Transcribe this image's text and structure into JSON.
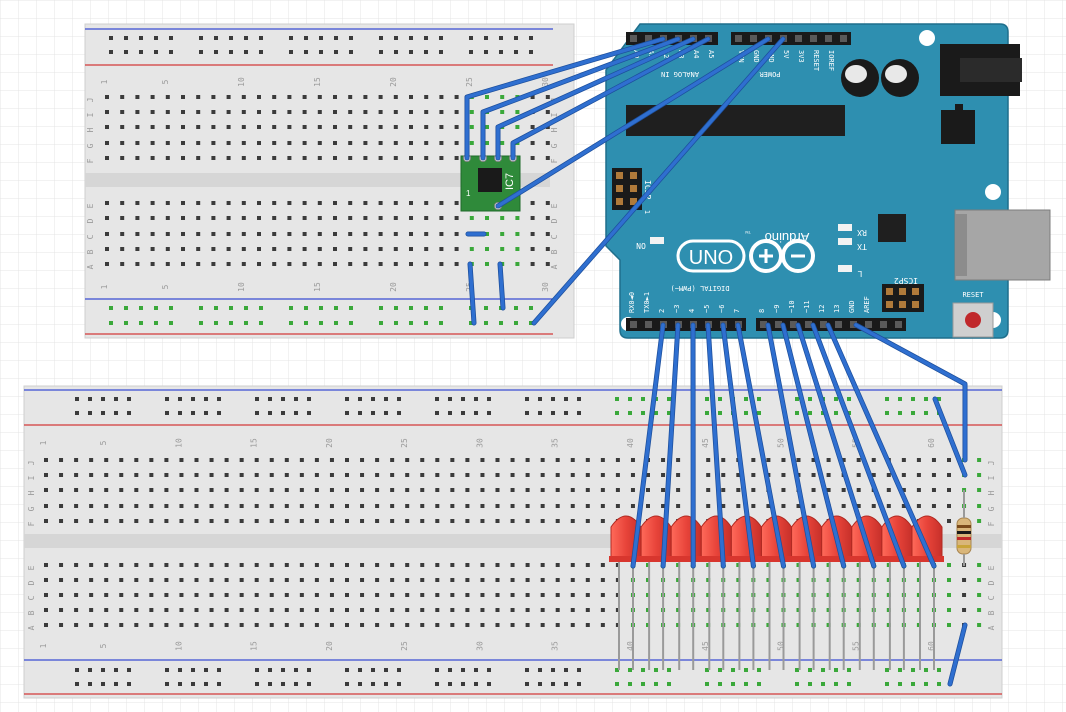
{
  "arduino": {
    "brand": "Arduino",
    "trademark": "TM",
    "model": "UNO",
    "header_analog": "ANALOG IN",
    "header_power": "POWER",
    "analog_pins": [
      "A0",
      "A1",
      "A2",
      "A3",
      "A4",
      "A5"
    ],
    "power_pins": [
      "VIN",
      "GND",
      "GND",
      "5V",
      "3V3",
      "RESET",
      "IOREF"
    ],
    "digital_label": "DIGITAL (PWM~)",
    "digital_pins": [
      "RX0◄0",
      "TX0►1",
      "2",
      "~3",
      "4",
      "~5",
      "~6",
      "7",
      "8",
      "~9",
      "~10",
      "~11",
      "12",
      "13",
      "GND",
      "AREF"
    ],
    "icsp": "ICSP",
    "icsp2": "ICSP2",
    "icsp_pin1": "1",
    "led_on": "ON",
    "led_rx": "RX",
    "led_tx": "TX",
    "led_l": "L",
    "reset": "RESET"
  },
  "top_breadboard": {
    "row_letters_top": [
      "J",
      "I",
      "H",
      "G",
      "F"
    ],
    "row_letters_bottom": [
      "E",
      "D",
      "C",
      "B",
      "A"
    ],
    "column_numbers": [
      "1",
      "5",
      "10",
      "15",
      "20",
      "25",
      "30"
    ],
    "ic_label": "IC7",
    "ic_pin1": "1"
  },
  "bottom_breadboard": {
    "row_letters_top": [
      "J",
      "I",
      "H",
      "G",
      "F"
    ],
    "row_letters_bottom": [
      "E",
      "D",
      "C",
      "B",
      "A"
    ],
    "column_numbers": [
      "1",
      "5",
      "10",
      "15",
      "20",
      "25",
      "30",
      "35",
      "40",
      "45",
      "50",
      "55",
      "60"
    ]
  },
  "leds": {
    "count": 11,
    "color": "#e8443a"
  },
  "colors": {
    "wire": "#2f6fd0",
    "board": "#2e8fb0",
    "breadboard": "#e6e6e6",
    "rail_red": "#d23a3a",
    "rail_blue": "#3a4ed2",
    "connected_hole": "#3aa83a"
  }
}
